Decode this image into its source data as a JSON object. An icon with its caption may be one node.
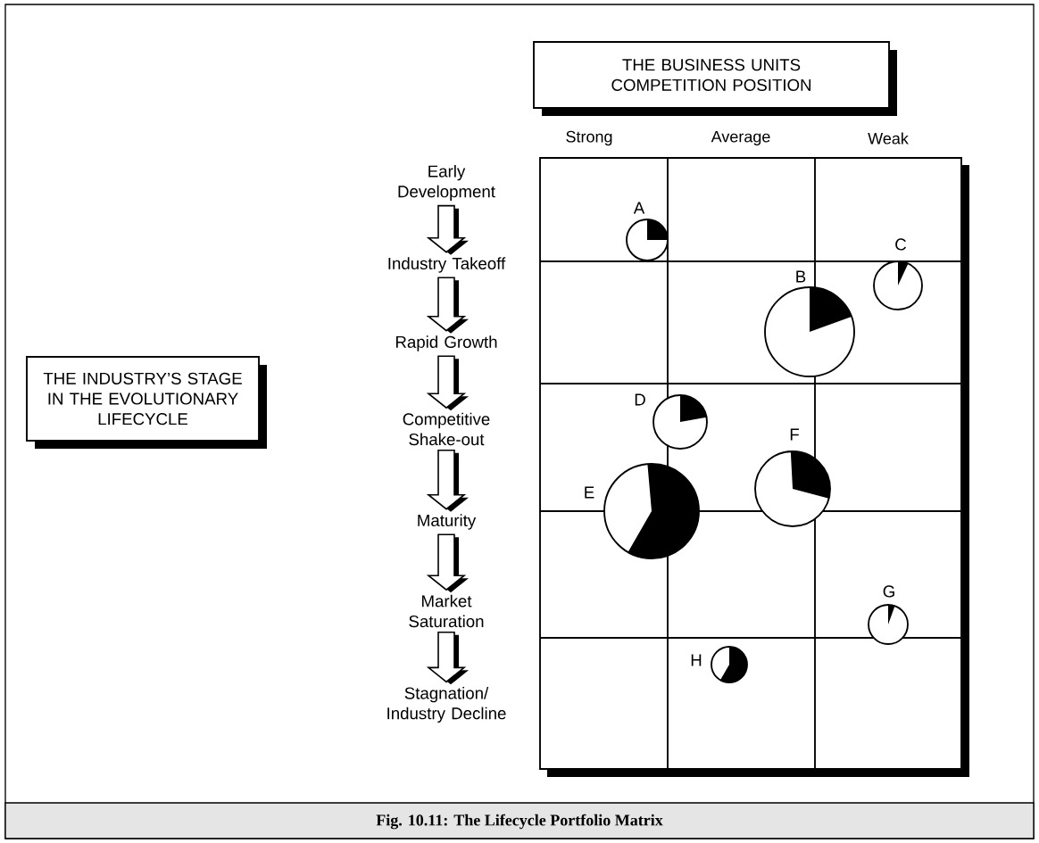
{
  "diagram": {
    "caption": "Fig. 10.11: The Lifecycle Portfolio Matrix",
    "nodes": [
      {
        "text": [
          "THE BUSINESS UNITS COMPETITION POSITION"
        ]
      },
      {
        "text": [
          "THE INDUSTRY’S STAGE IN THE EVOLUTIONARY LIFECYCLE"
        ]
      },
      {
        "text": [
          "Early Development"
        ]
      },
      {
        "text": [
          "Industry Takeoff"
        ]
      },
      {
        "text": [
          "Rapid Growth"
        ]
      },
      {
        "text": [
          "Competitive Shake-out"
        ]
      },
      {
        "text": [
          "Maturity"
        ]
      },
      {
        "text": [
          "Market Saturation"
        ]
      },
      {
        "text": [
          "Stagnation/ Industry Decline"
        ]
      },
      {
        "text": [],
        "shape": "circle",
        "beside": [
          "A"
        ]
      },
      {
        "text": [],
        "shape": "circle",
        "beside": [
          "B"
        ]
      },
      {
        "text": [],
        "shape": "circle",
        "beside": [
          "C"
        ]
      },
      {
        "text": [],
        "shape": "circle",
        "beside": [
          "D"
        ]
      },
      {
        "text": [],
        "shape": "circle",
        "beside": [
          "E"
        ]
      },
      {
        "text": [],
        "shape": "circle",
        "beside": [
          "F"
        ]
      },
      {
        "text": [],
        "shape": "circle",
        "beside": [
          "G"
        ]
      },
      {
        "text": [],
        "shape": "circle",
        "beside": [
          "H"
        ]
      }
    ],
    "edges": [
      {
        "from": 2,
        "to": 3,
        "arrow": "to"
      },
      {
        "from": 3,
        "to": 4,
        "arrow": "to"
      },
      {
        "from": 4,
        "to": 5,
        "arrow": "to"
      },
      {
        "from": 5,
        "to": 6,
        "arrow": "to"
      },
      {
        "from": 6,
        "to": 7,
        "arrow": "to"
      },
      {
        "from": 7,
        "to": 8,
        "arrow": "to"
      }
    ],
    "labels": [
      "Strong",
      "Average",
      "Weak"
    ]
  }
}
